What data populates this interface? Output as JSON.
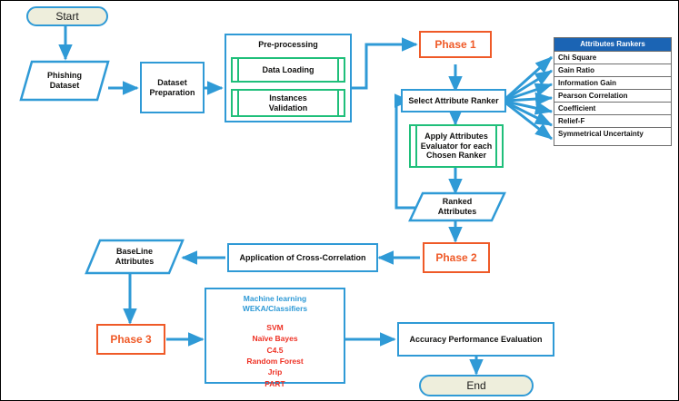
{
  "diagram": {
    "title": "Phishing Detection Methodology Flowchart",
    "colors": {
      "blue": "#2f9ad6",
      "orange": "#ef5a28",
      "green": "#1fbf7a",
      "red": "#ee3124",
      "table_header_blue": "#1b64b4",
      "terminator_fill": "#eeeedc",
      "frame": "#000000"
    }
  },
  "nodes": {
    "start": "Start",
    "phishing_dataset": "Phishing\nDataset",
    "dataset_preparation": "Dataset\nPreparation",
    "preprocessing_title": "Pre-processing",
    "data_loading": "Data Loading",
    "instances_validation": "Instances\nValidation",
    "phase1": "Phase 1",
    "select_attribute_ranker": "Select Attribute Ranker",
    "apply_attributes_evaluator": "Apply Attributes\nEvaluator for each\nChosen Ranker",
    "ranked_attributes": "Ranked\nAttributes",
    "phase2": "Phase 2",
    "cross_correlation": "Application of Cross-Correlation",
    "baseline_attributes": "BaseLine\nAttributes",
    "phase3": "Phase 3",
    "ml_heading": "Machine learning\nWEKA/Classifiers",
    "accuracy_evaluation": "Accuracy Performance Evaluation",
    "end": "End"
  },
  "classifiers": [
    "SVM",
    "Naïve Bayes",
    "C4.5",
    "Random Forest",
    "Jrip",
    "PART"
  ],
  "rankers_table": {
    "header": "Attributes Rankers",
    "rows": [
      "Chi Square",
      "Gain Ratio",
      "Information Gain",
      "Pearson Correlation",
      "Coefficient",
      "Relief-F",
      "Symmetrical Uncertainty"
    ]
  }
}
